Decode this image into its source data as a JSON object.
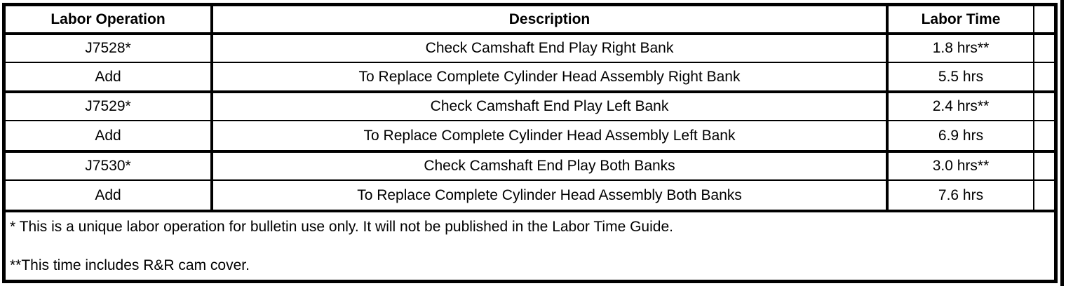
{
  "table": {
    "columns": {
      "operation": "Labor Operation",
      "description": "Description",
      "time": "Labor Time"
    },
    "rows": [
      {
        "operation": "J7528*",
        "description": "Check Camshaft End Play Right Bank",
        "time": "1.8 hrs**"
      },
      {
        "operation": "Add",
        "description": "To Replace Complete Cylinder Head Assembly Right Bank",
        "time": "5.5 hrs"
      },
      {
        "operation": "J7529*",
        "description": "Check Camshaft End Play Left Bank",
        "time": "2.4 hrs**"
      },
      {
        "operation": "Add",
        "description": "To Replace Complete Cylinder Head Assembly Left Bank",
        "time": "6.9 hrs"
      },
      {
        "operation": "J7530*",
        "description": "Check Camshaft End Play Both Banks",
        "time": "3.0 hrs**"
      },
      {
        "operation": "Add",
        "description": "To Replace Complete Cylinder Head Assembly Both Banks",
        "time": "7.6 hrs"
      }
    ],
    "notes": [
      "* This is a unique labor operation for bulletin use only. It will not be published in the Labor Time Guide.",
      "**This time includes R&R cam cover."
    ]
  },
  "colors": {
    "border": "#000000",
    "background": "#ffffff",
    "text": "#000000"
  }
}
